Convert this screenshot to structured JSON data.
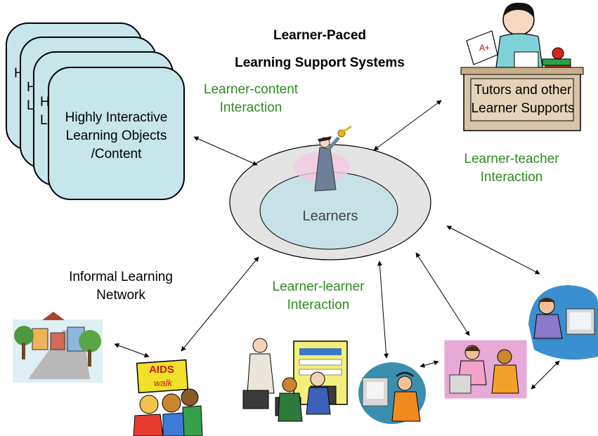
{
  "title": {
    "line1": "Learner-Paced",
    "line2": "Learning Support Systems"
  },
  "content_stack": {
    "label": "Highly Interactive\nLearning Objects\n/Content",
    "peek_letters": [
      "H",
      "H",
      "L",
      "H",
      "L"
    ]
  },
  "center": {
    "label": "Learners"
  },
  "tutor": {
    "label": "Tutors and other\nLearner Supports"
  },
  "interactions": {
    "learner_content": "Learner-content\nInteraction",
    "learner_teacher": "Learner-teacher\nInteraction",
    "learner_learner": "Learner-learner\nInteraction",
    "informal": "Informal Learning\nNetwork"
  },
  "poster": {
    "line1": "AIDS",
    "line2": "walk"
  },
  "colors": {
    "card_fill": "#c6e6ea",
    "outer_ring": "#e4e4e4",
    "inner_ring": "#c6e2e6",
    "interaction_text": "#2e8b1e"
  },
  "icons": [
    "graduate-with-key-icon",
    "tutor-at-desk-icon",
    "street-scene-icon",
    "protest-march-icon",
    "classroom-computers-icon",
    "headset-user-icon",
    "office-workers-icon",
    "computer-user-icon"
  ]
}
